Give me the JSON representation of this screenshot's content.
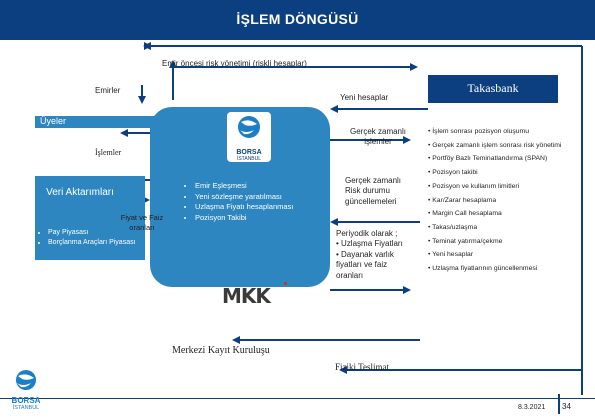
{
  "header": {
    "title": "İŞLEM DÖNGÜSÜ",
    "bg_color": "#0b3f7f"
  },
  "labels": {
    "emir_oncesi": "Emir öncesi risk yönetimi (riskli hesaplar)",
    "emirler": "Emirler",
    "yeni_hesaplar": "Yeni hesaplar",
    "uyeler": "Üyeler",
    "islemler": "İşlemler",
    "veri_aktarimlari": "Veri Aktarımları",
    "fiyat_faiz": "Fiyat ve Faiz oranları",
    "gercek_zamanli_islemler": "Gerçek zamanlı işlemler",
    "gercek_zamanli_risk": "Gerçek zamanlı Risk durumu güncellemeleri",
    "periyodik": "Periyodik olarak ;",
    "periyodik_items": [
      "• Uzlaşma Fiyatları",
      "• Dayanak varlık fiyatları ve faiz oranları"
    ],
    "merkezi_kayit": "Merkezi Kayıt Kuruluşu",
    "fiziki_teslimat": "Fiziki Teslimat"
  },
  "veri_bullets": [
    "Pay Piyasası",
    "Borçlanma Araçları Piyasası"
  ],
  "center_bullets": [
    "Emir Eşleşmesi",
    "Yeni sözleşme yaratılması",
    "Uzlaşma Fiyatı hesaplanması",
    "Pozisyon Takibi"
  ],
  "logos": {
    "borsa_line1": "BORSA",
    "borsa_line2": "İSTANBUL",
    "takasbank": "Takasbank",
    "mkk": "MKK"
  },
  "right_list": [
    "• İşlem sonrası pozisyon oluşumu",
    "• Gerçek zamanlı işlem sonrası risk yönetimi",
    "• Portföy Bazlı Teminatlandırma (SPAN)",
    "• Pozisyon takibi",
    "• Pozisyon ve kullanım limitleri",
    "• Kar/Zarar hesaplama",
    "• Margin Call hesaplama",
    "• Takas/uzlaşma",
    "• Teminat yatırma/çekme",
    "• Yeni hesaplar",
    "• Uzlaşma fiyatlarının güncellenmesi"
  ],
  "footer": {
    "date": "8.3.2021",
    "page": "34"
  },
  "colors": {
    "accent": "#2e86c1",
    "dark": "#0b3f7f",
    "mkk_red": "#c0392b"
  }
}
